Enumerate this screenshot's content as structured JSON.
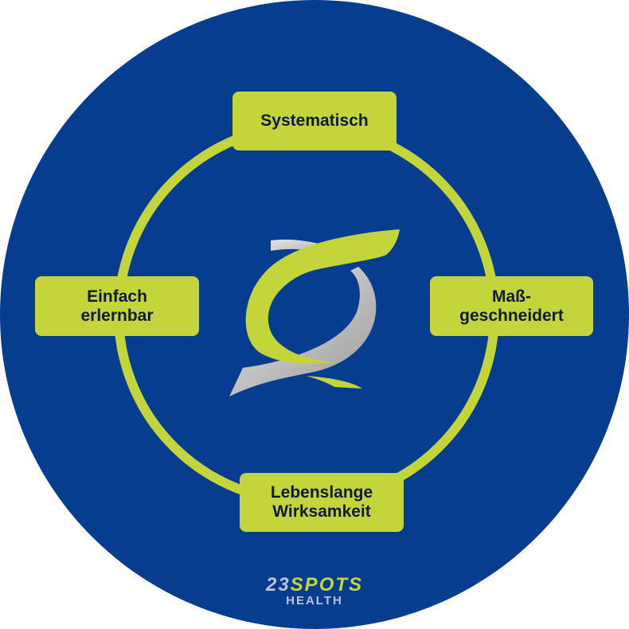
{
  "diagram": {
    "nodes": {
      "top": {
        "lines": [
          "Systematisch"
        ]
      },
      "right": {
        "lines": [
          "Maß-",
          "geschneidert"
        ]
      },
      "bottom": {
        "lines": [
          "Lebenslange",
          "Wirksamkeit"
        ]
      },
      "left": {
        "lines": [
          "Einfach",
          "erlernbar"
        ]
      }
    },
    "center_icon": "23spots-swoosh-logo-icon"
  },
  "brand": {
    "number": "23",
    "word": "SPOTS",
    "sub": "HEALTH"
  },
  "colors": {
    "background": "#073d8f",
    "accent": "#c3d53a",
    "text": "#0f1b35",
    "logo_grey": "#b9c3d6"
  }
}
